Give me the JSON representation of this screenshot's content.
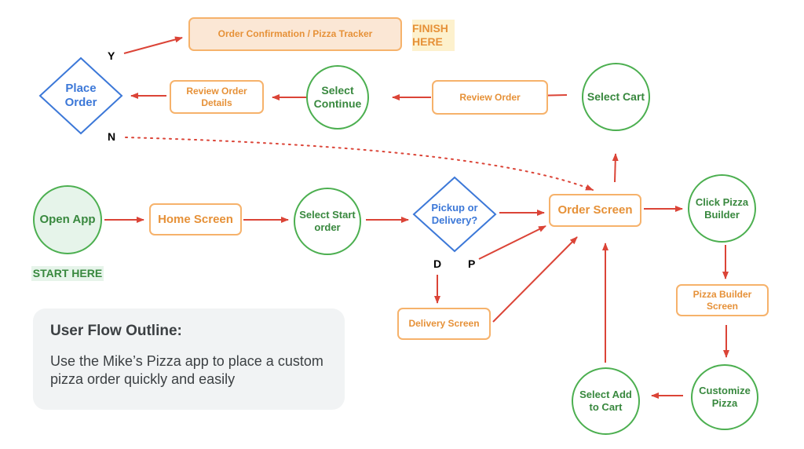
{
  "colors": {
    "arrow": "#db4437",
    "screen_border": "#f6b26b",
    "screen_text": "#e69138",
    "action_border": "#4caf50",
    "action_text": "#38883e",
    "decision": "#3c78d8"
  },
  "nodes": {
    "order_confirmation": "Order Confirmation / Pizza Tracker",
    "finish": "FINISH\nHERE",
    "place_order": "Place\nOrder",
    "review_order_details": "Review Order\nDetails",
    "select_continue": "Select\nContinue",
    "review_order": "Review Order",
    "select_cart": "Select Cart",
    "open_app": "Open App",
    "start": "START HERE",
    "home_screen": "Home Screen",
    "select_start_order": "Select Start\norder",
    "pickup_or_delivery": "Pickup or\nDelivery?",
    "order_screen": "Order Screen",
    "click_pizza_builder": "Click Pizza\nBuilder",
    "delivery_screen": "Delivery Screen",
    "pizza_builder_screen": "Pizza Builder\nScreen",
    "customize_pizza": "Customize\nPizza",
    "select_add_to_cart": "Select Add\nto Cart"
  },
  "labels": {
    "yes": "Y",
    "no": "N",
    "delivery": "D",
    "pickup": "P"
  },
  "outline": {
    "title": "User Flow Outline:",
    "body": "Use the Mike’s Pizza app to place a custom pizza order quickly and easily"
  }
}
